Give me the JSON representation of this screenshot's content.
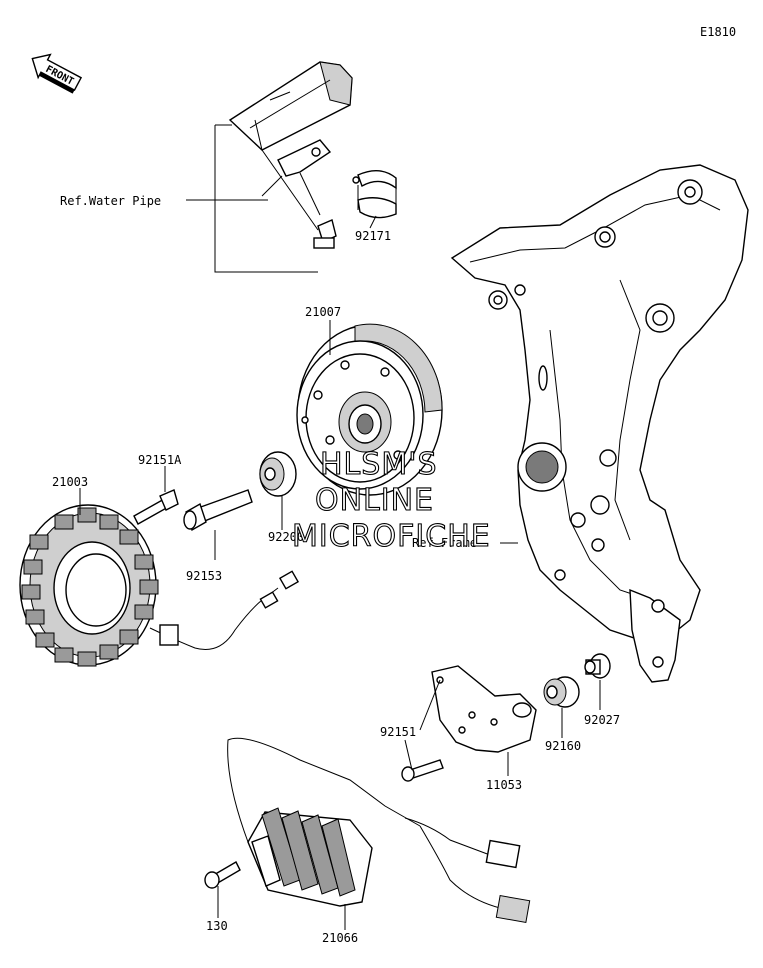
{
  "diagram_code": "E1810",
  "front_arrow_label": "FRONT",
  "ref_labels": {
    "water_pipe": "Ref.Water Pipe",
    "frame": "Ref.Frame"
  },
  "part_numbers": {
    "p92171": "92171",
    "p21007": "21007",
    "p92151A": "92151A",
    "p21003": "21003",
    "p92200": "92200",
    "p92153": "92153",
    "p92027": "92027",
    "p92151": "92151",
    "p92160": "92160",
    "p11053": "11053",
    "p130": "130",
    "p21066": "21066"
  },
  "watermark": {
    "line1": "HLSM'S",
    "line2": "ONLINE",
    "line3": "MICROFICHE"
  }
}
